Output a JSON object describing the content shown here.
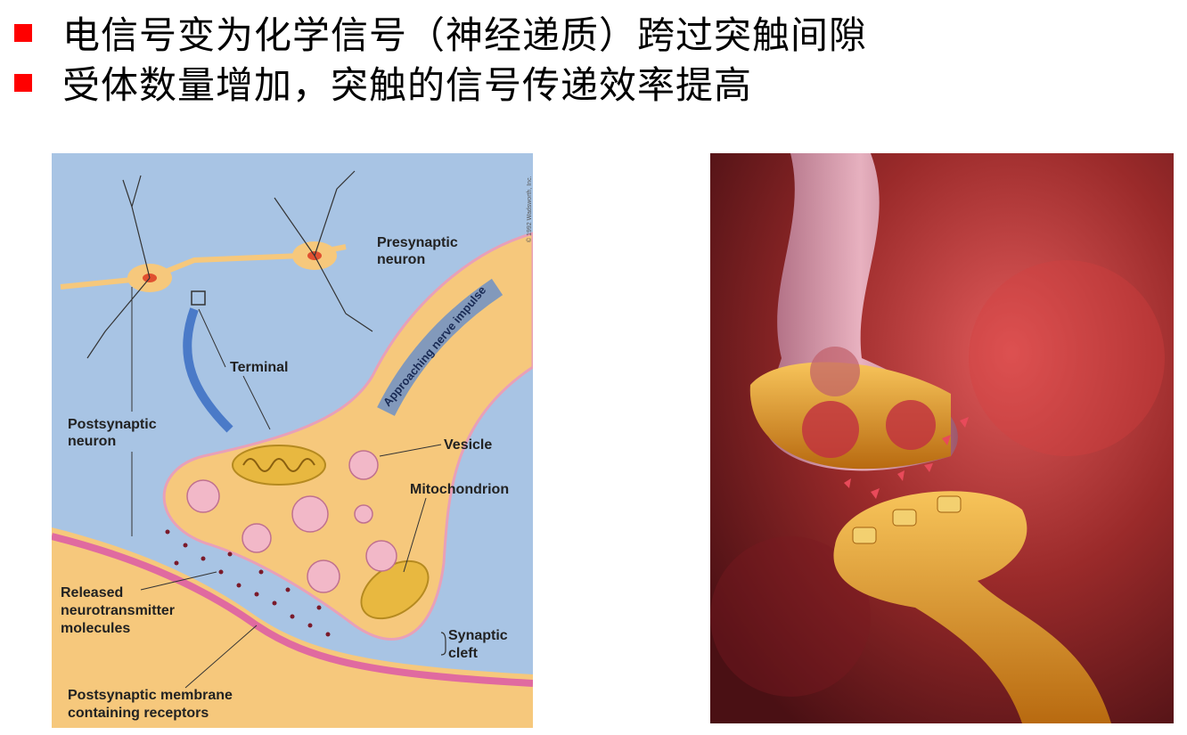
{
  "bullets": [
    "电信号变为化学信号（神经递质）跨过突触间隙",
    "受体数量增加，突触的信号传递效率提高"
  ],
  "diagram": {
    "labels": {
      "presynaptic_neuron": [
        "Presynaptic",
        "neuron"
      ],
      "terminal": "Terminal",
      "postsynaptic_neuron": [
        "Postsynaptic",
        "neuron"
      ],
      "vesicle": "Vesicle",
      "mitochondrion": "Mitochondrion",
      "released": [
        "Released",
        "neurotransmitter",
        "molecules"
      ],
      "synaptic_cleft": [
        "Synaptic",
        "cleft"
      ],
      "postsynaptic_membrane": [
        "Postsynaptic membrane",
        "containing receptors"
      ],
      "arrow_text": "Approaching nerve impulse",
      "copyright": "© 1992 Wadsworth, Inc."
    },
    "colors": {
      "background": "#a8c4e4",
      "cell_fill": "#f6c87c",
      "membrane": "#e06aa0",
      "vesicle": "#f2b8c8",
      "dots": "#7a1a2a",
      "mito": "#e8b840"
    }
  }
}
